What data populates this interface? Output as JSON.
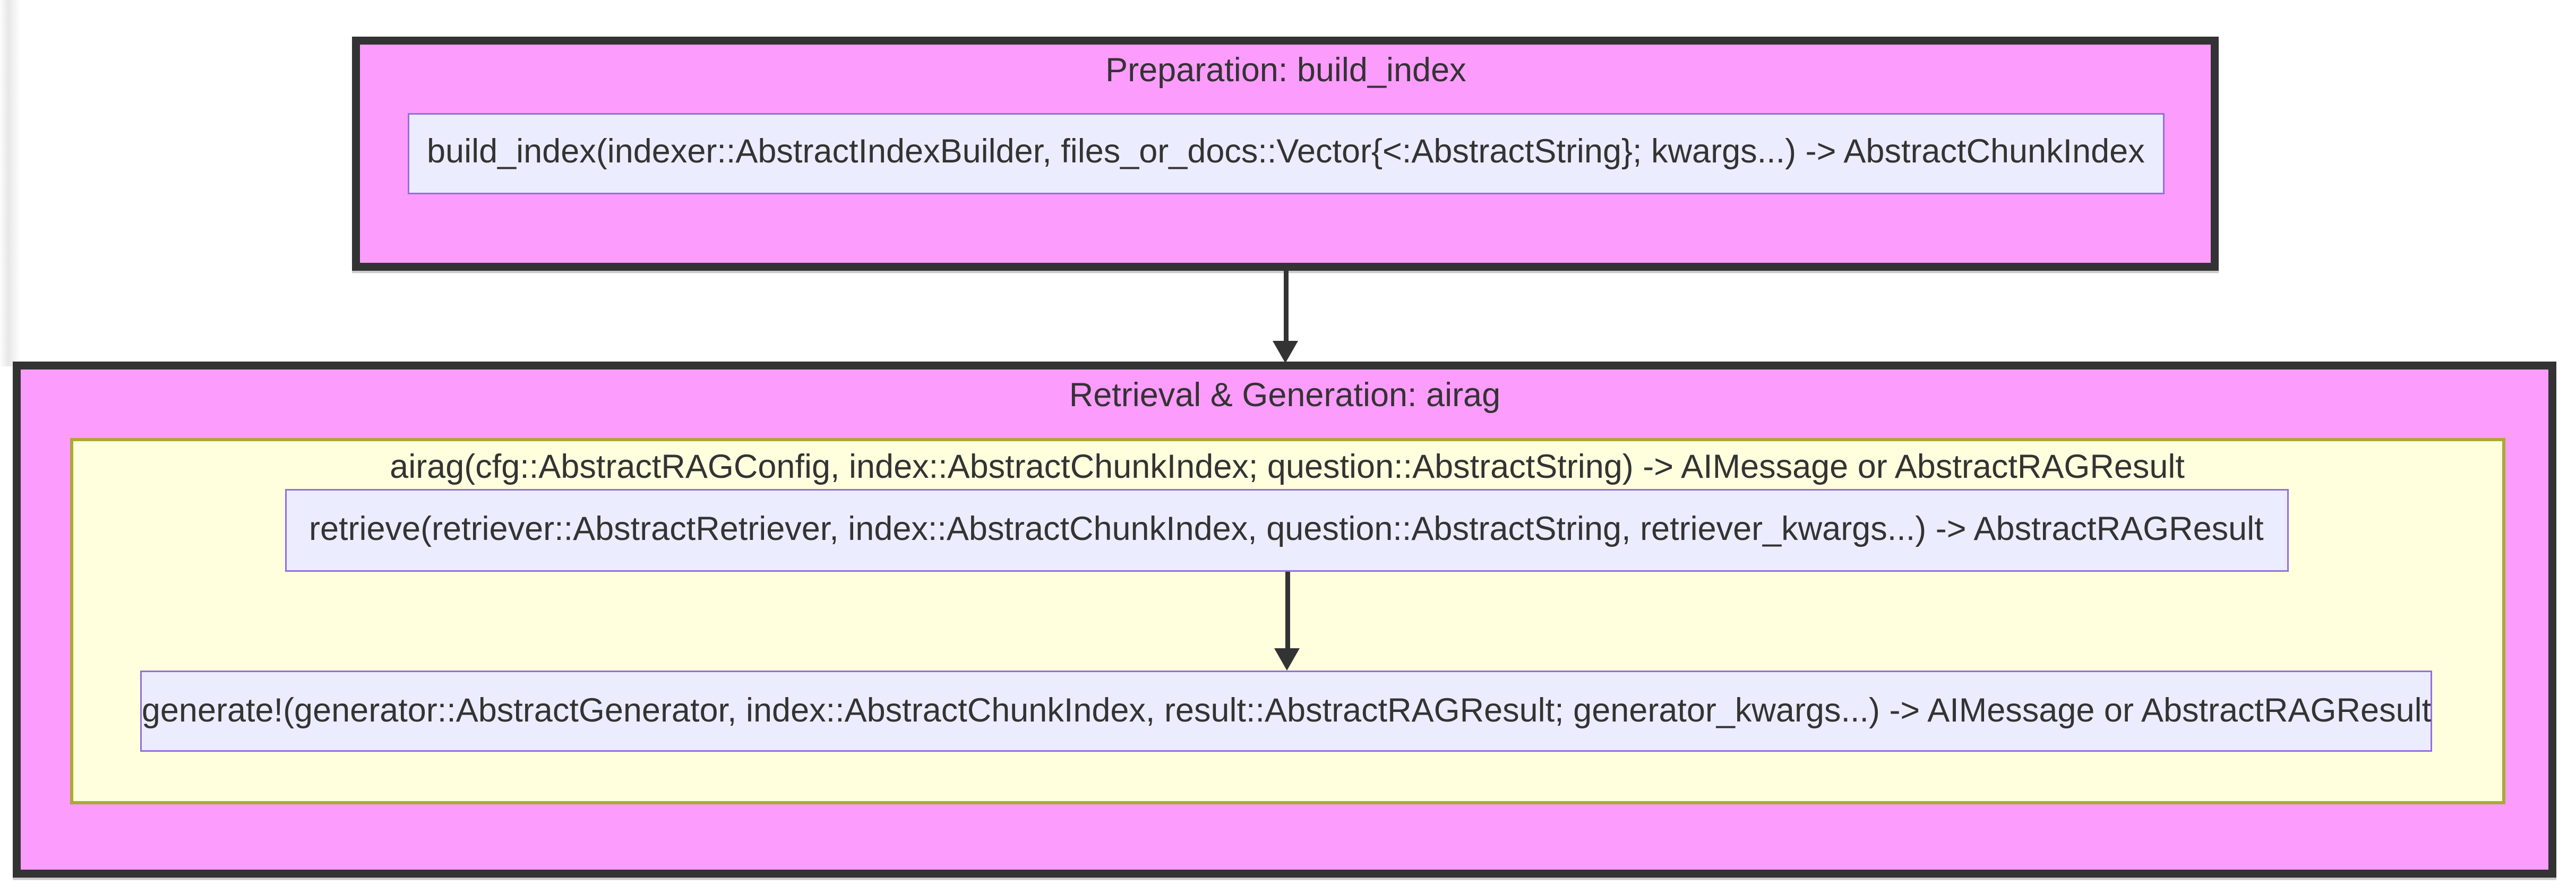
{
  "flowchart": {
    "preparation": {
      "title": "Preparation: build_index",
      "build_index_node": "build_index(indexer::AbstractIndexBuilder, files_or_docs::Vector{<:AbstractString}; kwargs...) -> AbstractChunkIndex"
    },
    "retrieval_generation": {
      "title": "Retrieval & Generation: airag",
      "airag_signature": "airag(cfg::AbstractRAGConfig, index::AbstractChunkIndex; question::AbstractString) -> AIMessage or AbstractRAGResult",
      "retrieve_node": "retrieve(retriever::AbstractRetriever, index::AbstractChunkIndex, question::AbstractString, retriever_kwargs...) -> AbstractRAGResult",
      "generate_node": "generate!(generator::AbstractGenerator, index::AbstractChunkIndex, result::AbstractRAGResult; generator_kwargs...) -> AIMessage or AbstractRAGResult"
    },
    "edges": [
      {
        "from": "build_index",
        "to": "airag"
      },
      {
        "from": "retrieve",
        "to": "generate!"
      }
    ]
  },
  "theme": {
    "cluster_fill": "#fc9cfc",
    "cluster_border": "#333333",
    "inner_cluster_fill": "#ffffde",
    "inner_cluster_border": "#aaaa33",
    "node_fill": "#ececff",
    "node_border": "#9370db",
    "edge_color": "#333333",
    "text_color": "#333333",
    "background": "#ffffff"
  }
}
